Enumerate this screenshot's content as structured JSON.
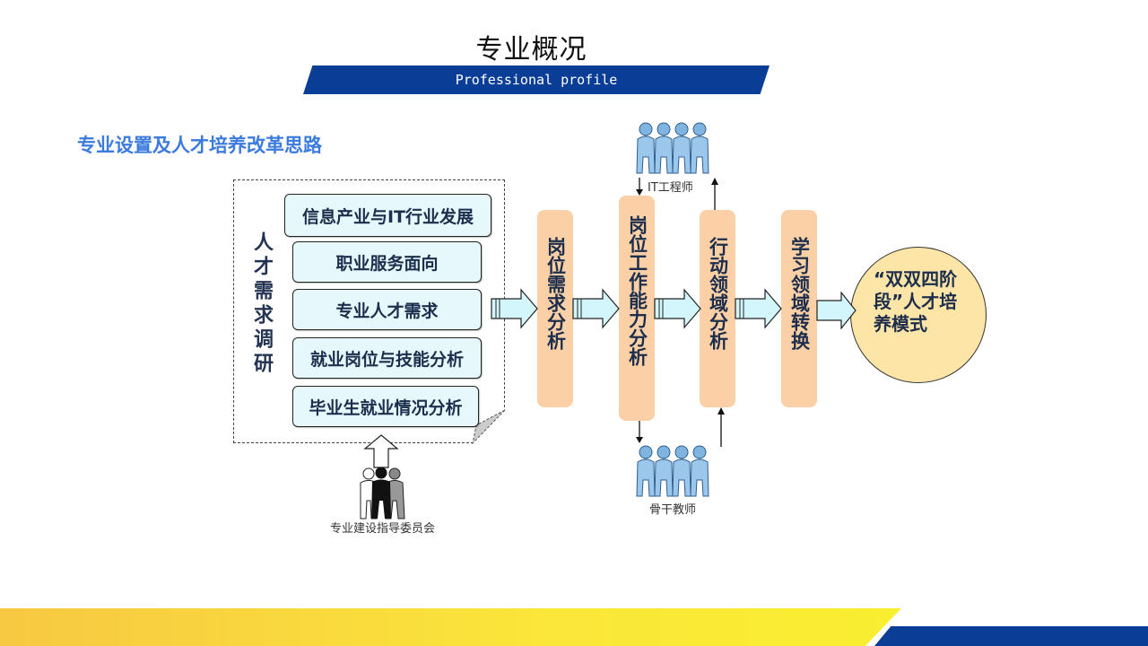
{
  "header": {
    "title": "专业概况",
    "subtitle": "Professional profile"
  },
  "section": {
    "title": "专业设置及人才培养改革思路"
  },
  "survey": {
    "title": "人才需求调研",
    "items": [
      "信息产业与IT行业发展",
      "职业服务面向",
      "专业人才需求",
      "就业岗位与技能分析",
      "毕业生就业情况分析"
    ]
  },
  "stages": [
    {
      "label": "岗位需求分析"
    },
    {
      "label": "岗位工作能力分析"
    },
    {
      "label": "行动领域分析"
    },
    {
      "label": "学习领域转换"
    }
  ],
  "outcome": {
    "label": "“双双四阶段”人才培养模式"
  },
  "groups": {
    "engineers": "IT工程师",
    "teachers": "骨干教师",
    "committee": "专业建设指导委员会"
  },
  "colors": {
    "banner_blue": "#0a3d96",
    "section_blue": "#3b7bdd",
    "stage_fill": "#fbd0a6",
    "item_fill": "#e6f8fc",
    "outcome_fill": "#fde5a8",
    "arrow_fill": "#d2f6fb",
    "footer_yellow": "#fbe63a"
  },
  "icons": {
    "people": "people-group-icon",
    "committee": "committee-people-icon"
  }
}
